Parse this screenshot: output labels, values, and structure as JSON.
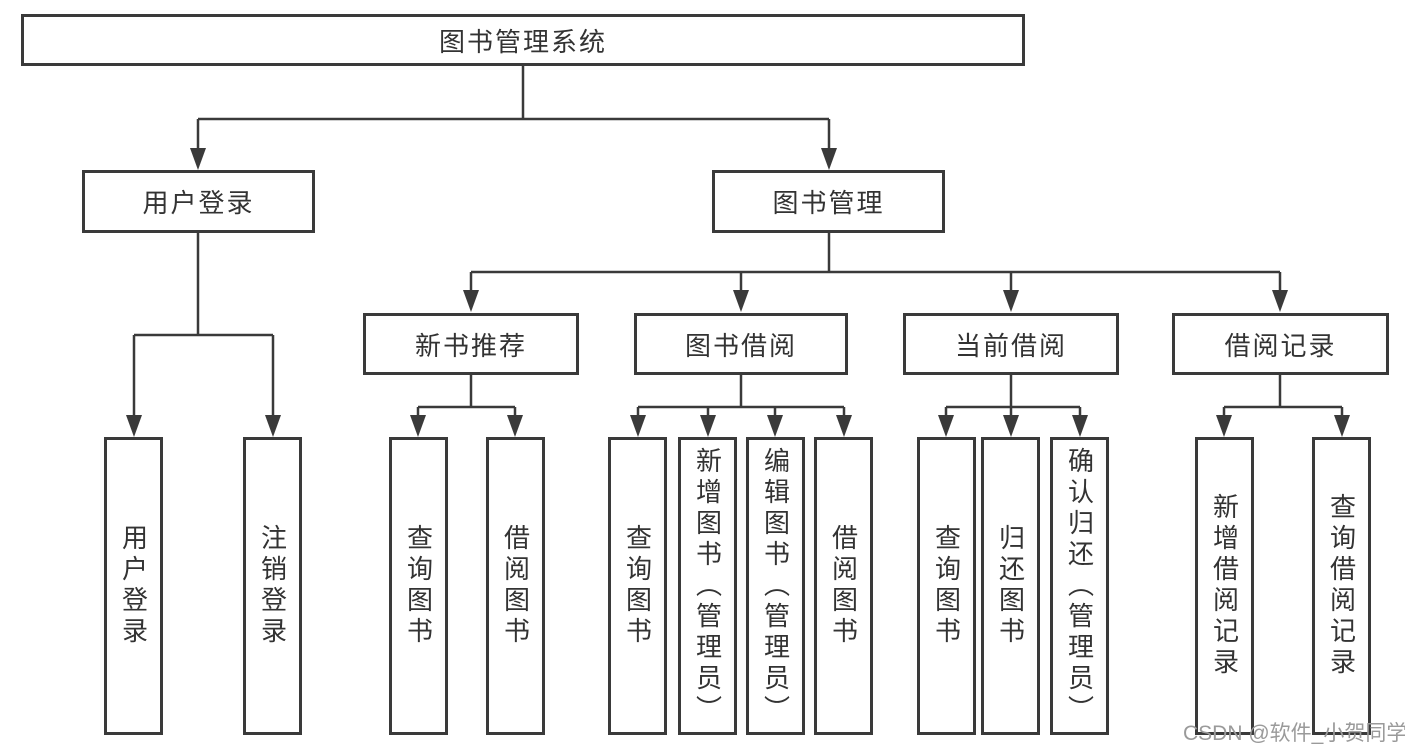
{
  "diagram": {
    "root": {
      "label": "图书管理系统"
    },
    "branches": [
      {
        "label": "用户登录",
        "children": [
          {
            "label": "用户登录"
          },
          {
            "label": "注销登录"
          }
        ]
      },
      {
        "label": "图书管理",
        "groups": [
          {
            "label": "新书推荐",
            "children": [
              {
                "label": "查询图书"
              },
              {
                "label": "借阅图书"
              }
            ]
          },
          {
            "label": "图书借阅",
            "children": [
              {
                "label": "查询图书"
              },
              {
                "label": "新增图书（管理员）"
              },
              {
                "label": "编辑图书（管理员）"
              },
              {
                "label": "借阅图书"
              }
            ]
          },
          {
            "label": "当前借阅",
            "children": [
              {
                "label": "查询图书"
              },
              {
                "label": "归还图书"
              },
              {
                "label": "确认归还（管理员）"
              }
            ]
          },
          {
            "label": "借阅记录",
            "children": [
              {
                "label": "新增借阅记录"
              },
              {
                "label": "查询借阅记录"
              }
            ]
          }
        ]
      }
    ]
  },
  "watermark": {
    "text": "CSDN @软件_小贺同学"
  },
  "colors": {
    "line": "#3a3a3a",
    "box_border": "#3a3a3a",
    "text": "#333333",
    "background": "#ffffff",
    "watermark": "#9a9a9a"
  }
}
